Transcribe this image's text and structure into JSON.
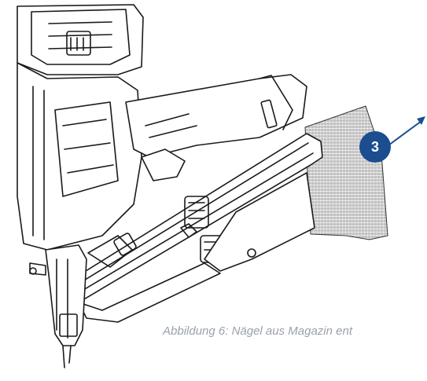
{
  "illustration": {
    "subject": "nail-gun-line-drawing",
    "callout_number": "3",
    "callout_color": "#1b4d8f",
    "line_color": "#1a1a1a"
  },
  "caption": "Abbildung 6: Nägel aus Magazin ent"
}
